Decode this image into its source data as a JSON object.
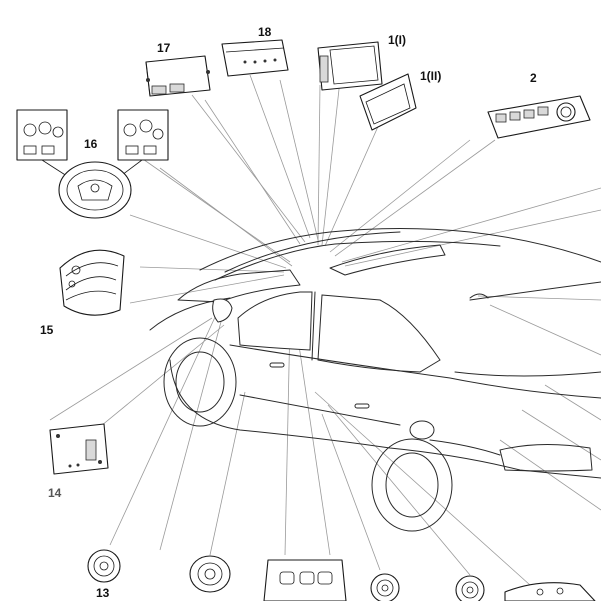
{
  "diagram": {
    "callouts": {
      "c1i": "1(I)",
      "c1ii": "1(II)",
      "c2": "2",
      "c13": "13",
      "c14": "14",
      "c15": "15",
      "c16": "16",
      "c17": "17",
      "c18": "18"
    },
    "colors": {
      "line": "#9a9a9a",
      "outline": "#1a1a1a",
      "background": "#ffffff"
    }
  }
}
